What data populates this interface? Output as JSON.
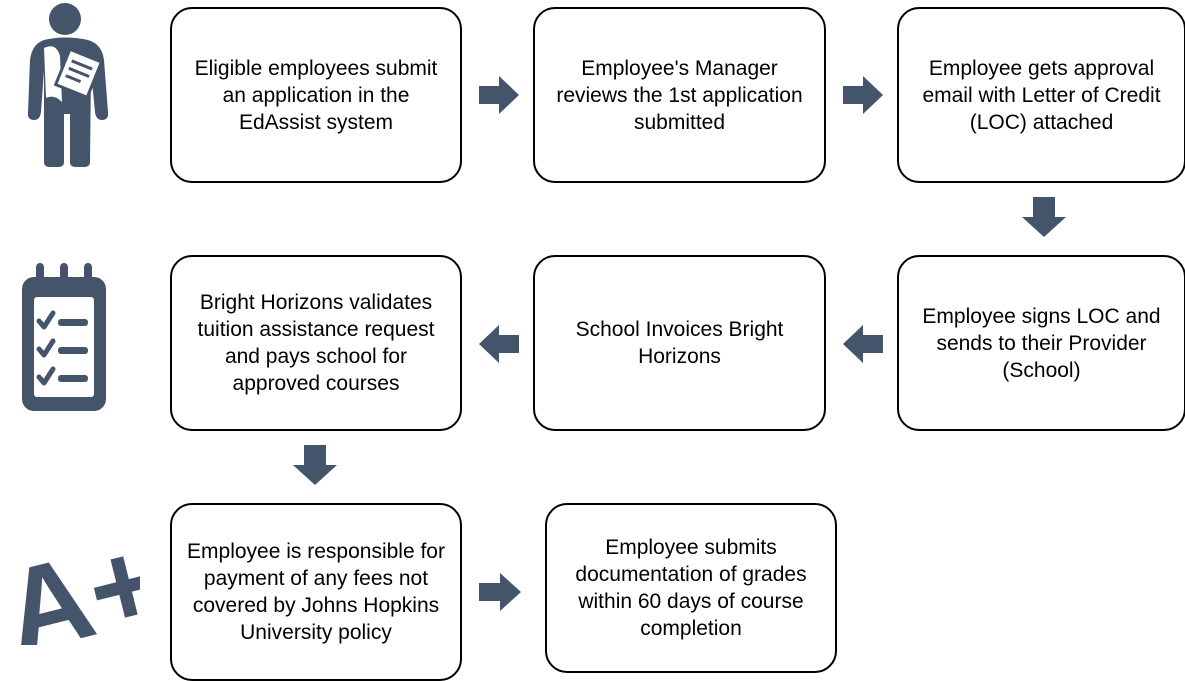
{
  "colors": {
    "accent": "#44546a",
    "border": "#000000",
    "text": "#000000",
    "background": "#ffffff"
  },
  "icons": [
    "person-with-document-icon",
    "clipboard-checklist-icon",
    "a-plus-grade-icon",
    "arrow-right-icon",
    "arrow-down-icon",
    "arrow-left-icon"
  ],
  "steps": [
    {
      "text": "Eligible employees submit an application in the EdAssist system"
    },
    {
      "text": "Employee's Manager reviews the 1st application submitted"
    },
    {
      "text": "Employee gets approval email with Letter of Credit (LOC) attached"
    },
    {
      "text": "Employee signs LOC and sends to their Provider (School)"
    },
    {
      "text": "School Invoices Bright Horizons"
    },
    {
      "text": "Bright Horizons validates tuition assistance request and pays school for approved courses"
    },
    {
      "text": "Employee is responsible for payment of any fees not covered by Johns Hopkins University policy"
    },
    {
      "text": "Employee submits documentation of grades within 60 days of course completion"
    }
  ],
  "grade_icon_text": "A+"
}
